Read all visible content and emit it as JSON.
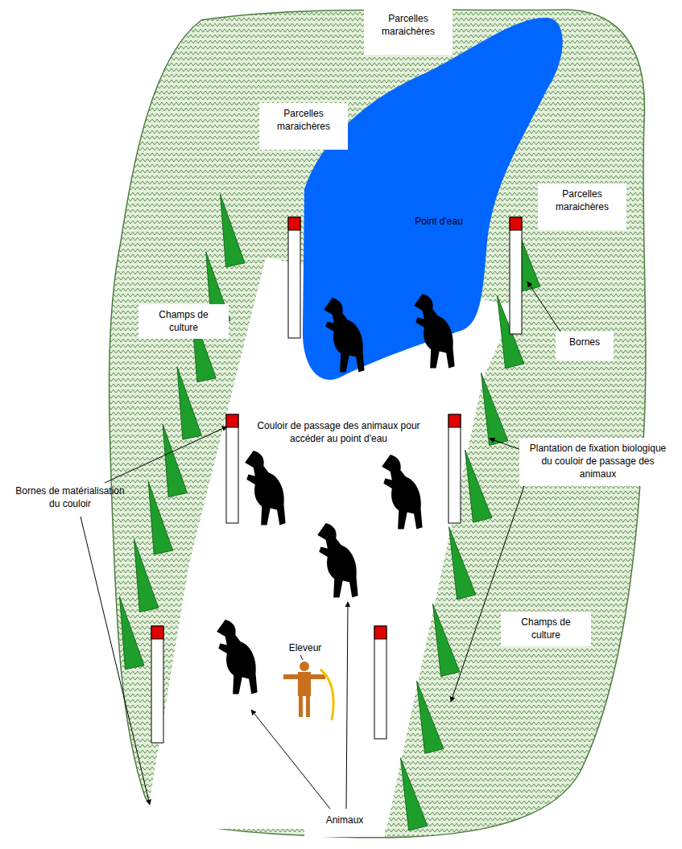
{
  "diagram": {
    "nodes": [
      {
        "text": [
          "Parcelles maraichères"
        ]
      },
      {
        "text": [
          "Parcelles maraichères"
        ]
      },
      {
        "text": [
          "Parcelles maraichères"
        ]
      },
      {
        "text": [
          "Point d'eau"
        ]
      },
      {
        "text": [
          "Champs de culture"
        ]
      },
      {
        "text": [
          "Bornes"
        ]
      },
      {
        "text": [
          "Plantation de fixation biologique du couloir de passage des animaux"
        ]
      },
      {
        "text": [
          "Champs de culture"
        ]
      },
      {
        "text": [
          "Animaux"
        ]
      }
    ],
    "labels": [
      "Couloir de passage des animaux pour accéder au point d'eau",
      "Bornes de matérialisation du couloir",
      "Eleveur"
    ]
  }
}
